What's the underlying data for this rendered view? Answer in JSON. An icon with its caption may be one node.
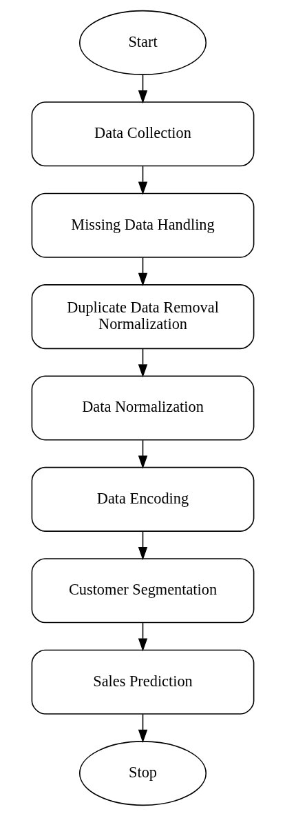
{
  "diagram": {
    "nodes": [
      {
        "text": [
          "Start"
        ]
      },
      {
        "text": [
          "Data Collection"
        ]
      },
      {
        "text": [
          "Missing Data Handling"
        ]
      },
      {
        "text": [
          "Duplicate Data Removal Normalization"
        ]
      },
      {
        "text": [
          "Data Normalization"
        ]
      },
      {
        "text": [
          "Data Encoding"
        ]
      },
      {
        "text": [
          "Customer Segmentation"
        ]
      },
      {
        "text": [
          "Sales Prediction"
        ]
      },
      {
        "text": [
          "Stop"
        ]
      }
    ],
    "edges": [
      {
        "from": 0,
        "to": 1,
        "arrow": "to"
      },
      {
        "from": 1,
        "to": 2,
        "arrow": "to"
      },
      {
        "from": 2,
        "to": 3,
        "arrow": "to"
      },
      {
        "from": 3,
        "to": 4,
        "arrow": "to"
      },
      {
        "from": 4,
        "to": 5,
        "arrow": "to"
      },
      {
        "from": 5,
        "to": 6,
        "arrow": "to"
      },
      {
        "from": 6,
        "to": 7,
        "arrow": "to"
      },
      {
        "from": 7,
        "to": 8,
        "arrow": "to"
      }
    ]
  }
}
